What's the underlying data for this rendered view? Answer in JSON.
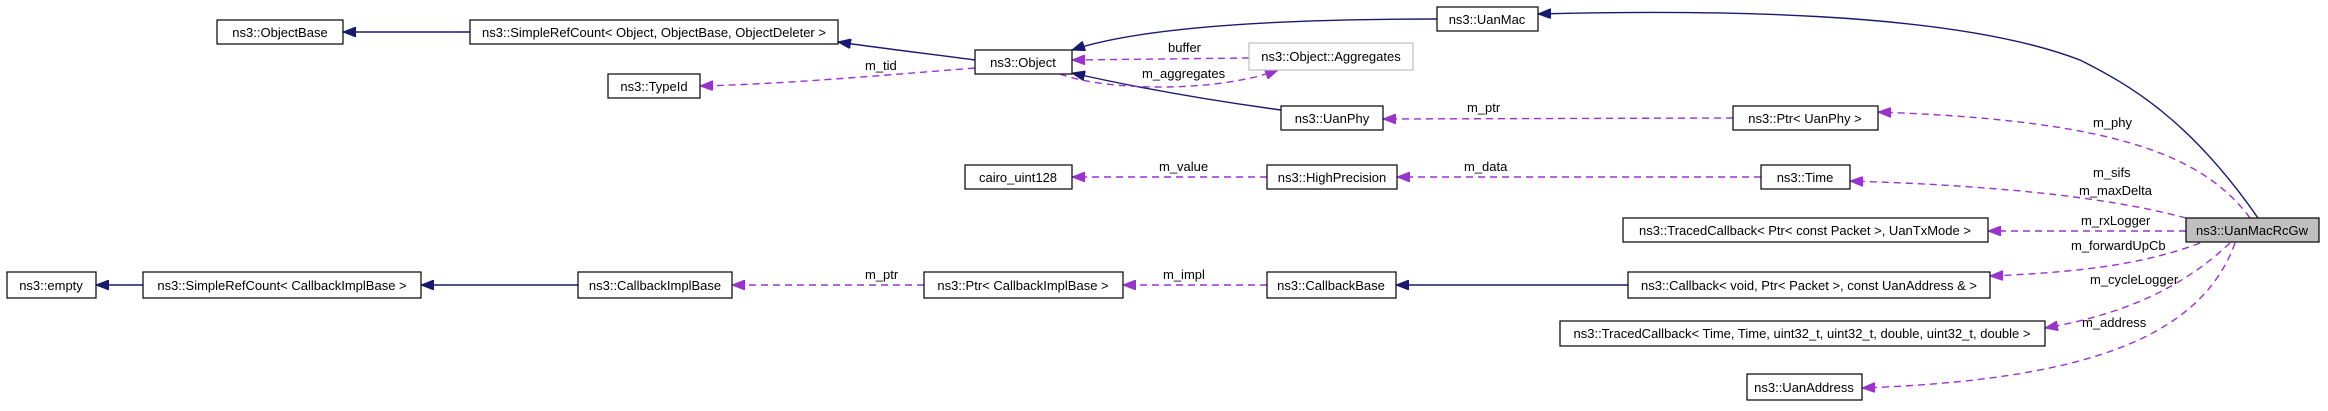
{
  "nodes": {
    "objectbase": "ns3::ObjectBase",
    "simplerefcount_object": "ns3::SimpleRefCount< Object, ObjectBase, ObjectDeleter >",
    "object": "ns3::Object",
    "typeid": "ns3::TypeId",
    "aggregates": "ns3::Object::Aggregates",
    "uanmac": "ns3::UanMac",
    "uanphy": "ns3::UanPhy",
    "ptr_uanphy": "ns3::Ptr< UanPhy >",
    "cairo_uint128": "cairo_uint128",
    "highprecision": "ns3::HighPrecision",
    "time": "ns3::Time",
    "traced_rx": "ns3::TracedCallback< Ptr< const Packet >, UanTxMode >",
    "uanmacrcgw": "ns3::UanMacRcGw",
    "empty": "ns3::empty",
    "simplerefcount_cb": "ns3::SimpleRefCount< CallbackImplBase >",
    "callbackimplbase": "ns3::CallbackImplBase",
    "ptr_cbimpl": "ns3::Ptr< CallbackImplBase >",
    "callbackbase": "ns3::CallbackBase",
    "callback_fwd": "ns3::Callback< void, Ptr< Packet >, const UanAddress & >",
    "traced_cycle": "ns3::TracedCallback< Time, Time, uint32_t, uint32_t, double, uint32_t, double >",
    "uanaddress": "ns3::UanAddress"
  },
  "edge_labels": {
    "buffer": "buffer",
    "m_tid": "m_tid",
    "m_aggregates": "m_aggregates",
    "m_ptr_phy": "m_ptr",
    "m_phy": "m_phy",
    "m_value": "m_value",
    "m_data": "m_data",
    "m_sifs_maxdelta": "m_sifs\nm_maxDelta",
    "m_rxlogger": "m_rxLogger",
    "m_ptr_cb": "m_ptr",
    "m_impl": "m_impl",
    "m_forwardupcb": "m_forwardUpCb",
    "m_cyclelogger": "m_cycleLogger",
    "m_address": "m_address"
  },
  "colors": {
    "inheritance": "#191970",
    "member": "#9a32cd",
    "focus_fill": "#bfbfbf",
    "undocumented_border": "#bfbfbf"
  }
}
